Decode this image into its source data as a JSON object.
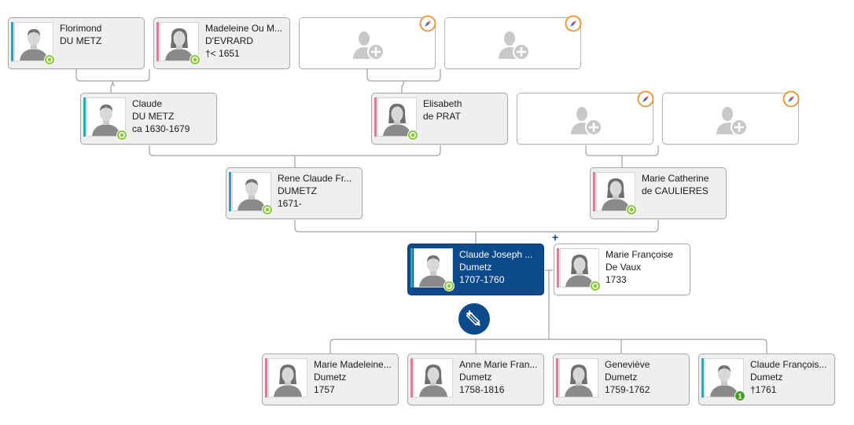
{
  "tree": {
    "colors": {
      "male_bar": "#2ba3b8",
      "female_bar": "#e07a9b",
      "selected_bg": "#0d4a8c",
      "badge_green": "#8cc63f",
      "compass_ring": "#e89a3c",
      "connector": "#a0a0a0"
    },
    "people": [
      {
        "id": "florimond",
        "gender": "male",
        "line1": "Florimond",
        "line2": "DU METZ",
        "line3": "",
        "badge": "record"
      },
      {
        "id": "madeleine",
        "gender": "female",
        "line1": "Madeleine Ou M...",
        "line2": "D'EVRARD",
        "line3": "†< 1651",
        "badge": "record"
      },
      {
        "id": "claude-dumetz",
        "gender": "male",
        "line1": "Claude",
        "line2": "DU METZ",
        "line3": "ca 1630-1679",
        "badge": "record"
      },
      {
        "id": "elisabeth",
        "gender": "female",
        "line1": "Elisabeth",
        "line2": "de PRAT",
        "line3": "",
        "badge": "record"
      },
      {
        "id": "rene-claude",
        "gender": "male",
        "line1": "Rene Claude Fr...",
        "line2": "DUMETZ",
        "line3": "1671-",
        "badge": "record"
      },
      {
        "id": "marie-catherine",
        "gender": "female",
        "line1": "Marie Catherine",
        "line2": "de CAULIERES",
        "line3": "",
        "badge": "record"
      },
      {
        "id": "claude-joseph",
        "gender": "male",
        "line1": "Claude Joseph ...",
        "line2": "Dumetz",
        "line3": "1707-1760",
        "badge": "record",
        "selected": true
      },
      {
        "id": "marie-francoise",
        "gender": "female",
        "line1": "Marie Françoise",
        "line2": "De Vaux",
        "line3": "1733",
        "badge": "record"
      },
      {
        "id": "marie-madeleine",
        "gender": "female",
        "line1": "Marie Madeleine...",
        "line2": "Dumetz",
        "line3": "1757",
        "badge": ""
      },
      {
        "id": "anne-marie",
        "gender": "female",
        "line1": "Anne Marie Fran...",
        "line2": "Dumetz",
        "line3": "1758-1816",
        "badge": ""
      },
      {
        "id": "genevieve",
        "gender": "female",
        "line1": "Geneviève",
        "line2": "Dumetz",
        "line3": "1759-1762",
        "badge": ""
      },
      {
        "id": "claude-francois",
        "gender": "male",
        "line1": "Claude François...",
        "line2": "Dumetz",
        "line3": "†1761",
        "badge": "count",
        "badge_count": "1"
      }
    ],
    "empty_slots": [
      {
        "id": "empty-1",
        "icon": "add-person-icon",
        "action": "compass-icon"
      },
      {
        "id": "empty-2",
        "icon": "add-person-icon",
        "action": "compass-icon"
      },
      {
        "id": "empty-3",
        "icon": "add-person-icon",
        "action": "compass-icon"
      },
      {
        "id": "empty-4",
        "icon": "add-person-icon",
        "action": "compass-icon"
      }
    ],
    "add_spouse_marker": "+",
    "edit_button_icon": "add-edit-pencil-icon"
  }
}
